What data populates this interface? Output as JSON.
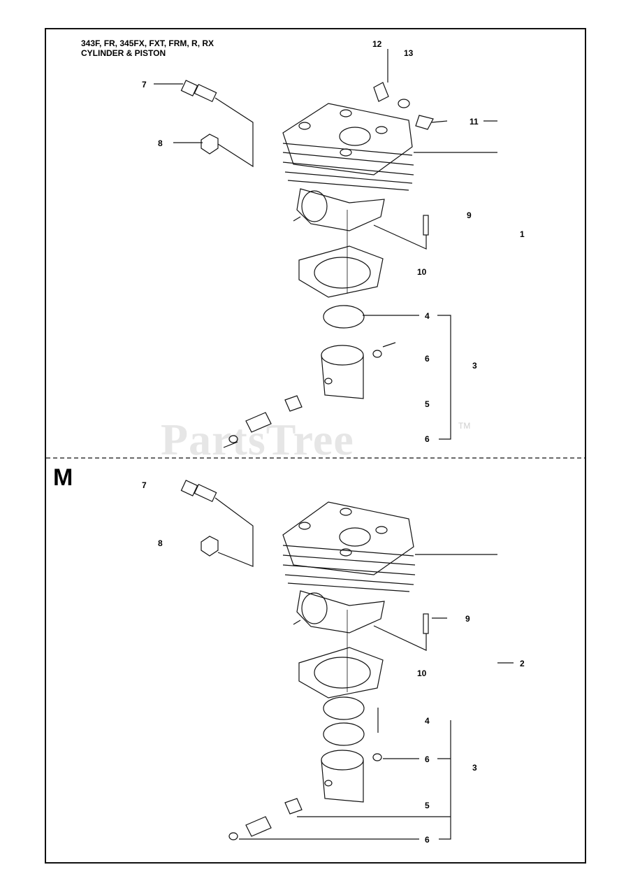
{
  "header": {
    "models": "343F, FR, 345FX, FXT, FRM, R, RX",
    "title": "CYLINDER & PISTON"
  },
  "watermark": {
    "brand": "PartsTree",
    "tm": "TM"
  },
  "section_b": {
    "marker": "M"
  },
  "labels_a": {
    "n1": "1",
    "n3": "3",
    "n4": "4",
    "n5": "5",
    "n6a": "6",
    "n6b": "6",
    "n7": "7",
    "n8": "8",
    "n9": "9",
    "n10": "10",
    "n11": "11",
    "n12": "12",
    "n13": "13"
  },
  "labels_b": {
    "n2": "2",
    "n3": "3",
    "n4": "4",
    "n5": "5",
    "n6a": "6",
    "n6b": "6",
    "n7": "7",
    "n8": "8",
    "n9": "9",
    "n10": "10"
  }
}
